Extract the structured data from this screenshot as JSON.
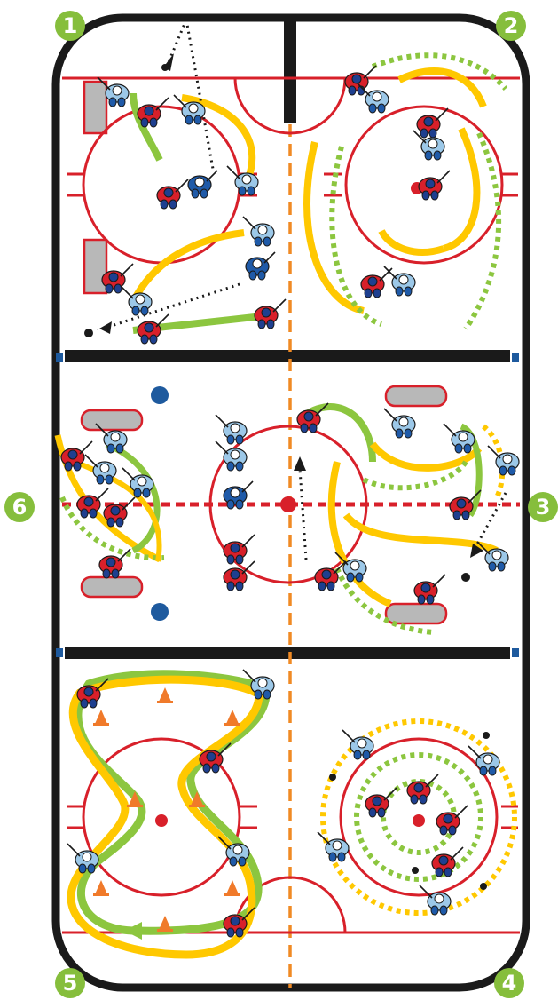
{
  "diagram": {
    "kind": "hockey practice rink diagram",
    "stations": [
      {
        "number": "1",
        "location": "top-left"
      },
      {
        "number": "2",
        "location": "top-right"
      },
      {
        "number": "3",
        "location": "middle-right"
      },
      {
        "number": "4",
        "location": "bottom-right"
      },
      {
        "number": "5",
        "location": "bottom-left"
      },
      {
        "number": "6",
        "location": "middle-left"
      }
    ],
    "colors": {
      "board": "#1a1a1a",
      "rink_red": "#d8202a",
      "faceoff_blue": "#1e5a9e",
      "center_dash": "#f08a24",
      "path_yellow": "#ffc800",
      "path_green": "#8cc63f",
      "badge_green": "#86be3c",
      "crease_gray": "#b8b8b8",
      "cone_orange": "#f07a2a",
      "team_red": "#d8202a",
      "team_lightblue": "#9cc8e8",
      "team_darkblue": "#1f5aa8"
    },
    "icons": [
      "player-icon",
      "cone-icon",
      "puck-icon",
      "pass-arrow-icon",
      "skate-path-icon",
      "goal-crease-icon",
      "faceoff-spot-icon"
    ]
  }
}
